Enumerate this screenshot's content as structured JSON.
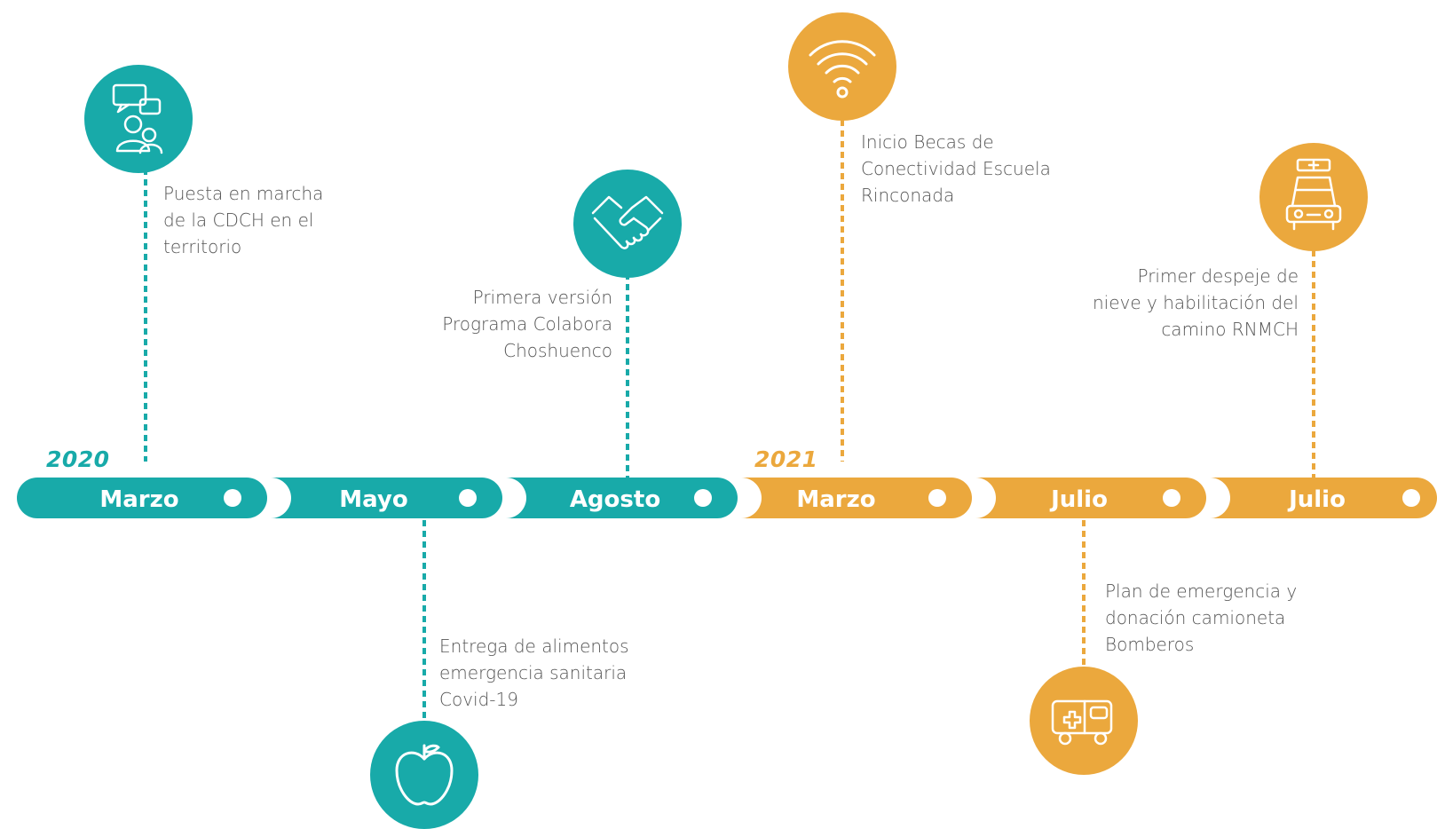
{
  "colors": {
    "teal": "#18aaa9",
    "orange": "#eba83d",
    "text": "#555555"
  },
  "years": [
    {
      "label": "2020",
      "color": "#18aaa9"
    },
    {
      "label": "2021",
      "color": "#eba83d"
    }
  ],
  "segments": [
    {
      "label": "Marzo",
      "color": "#18aaa9"
    },
    {
      "label": "Mayo",
      "color": "#18aaa9"
    },
    {
      "label": "Agosto",
      "color": "#18aaa9"
    },
    {
      "label": "Marzo",
      "color": "#eba83d"
    },
    {
      "label": "Julio",
      "color": "#eba83d"
    },
    {
      "label": "Julio",
      "color": "#eba83d"
    }
  ],
  "events": [
    {
      "text": "Puesta en marcha\nde la CDCH en el\nterritorio",
      "icon": "chat-people-icon",
      "color": "#18aaa9"
    },
    {
      "text": "Entrega de alimentos\nemergencia sanitaria\nCovid-19",
      "icon": "apple-icon",
      "color": "#18aaa9"
    },
    {
      "text": "Primera versión\nPrograma Colabora\nChoshuenco",
      "icon": "handshake-icon",
      "color": "#18aaa9"
    },
    {
      "text": "Inicio Becas de\nConectividad Escuela\nRinconada",
      "icon": "wifi-icon",
      "color": "#eba83d"
    },
    {
      "text": "Plan de emergencia y\ndonación camioneta\nBomberos",
      "icon": "ambulance-icon",
      "color": "#eba83d"
    },
    {
      "text": "Primer despeje de\nnieve y habilitación del\ncamino RNMCH",
      "icon": "snowplow-car-icon",
      "color": "#eba83d"
    }
  ]
}
